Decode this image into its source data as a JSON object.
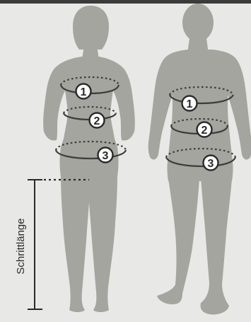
{
  "figures": {
    "female": {
      "markers": [
        {
          "label": "1"
        },
        {
          "label": "2"
        },
        {
          "label": "3"
        }
      ]
    },
    "male": {
      "markers": [
        {
          "label": "1"
        },
        {
          "label": "2"
        },
        {
          "label": "3"
        }
      ]
    }
  },
  "inseam": {
    "label": "Schrittlänge"
  },
  "colors": {
    "background": "#e8e8e6",
    "silhouette": "#a4a59e",
    "top_bar": "#3b3b3b",
    "ring": "#3d3d3d",
    "marker_fill": "#ffffff",
    "marker_stroke": "#2a2a2a",
    "text": "#2a2a2a"
  }
}
